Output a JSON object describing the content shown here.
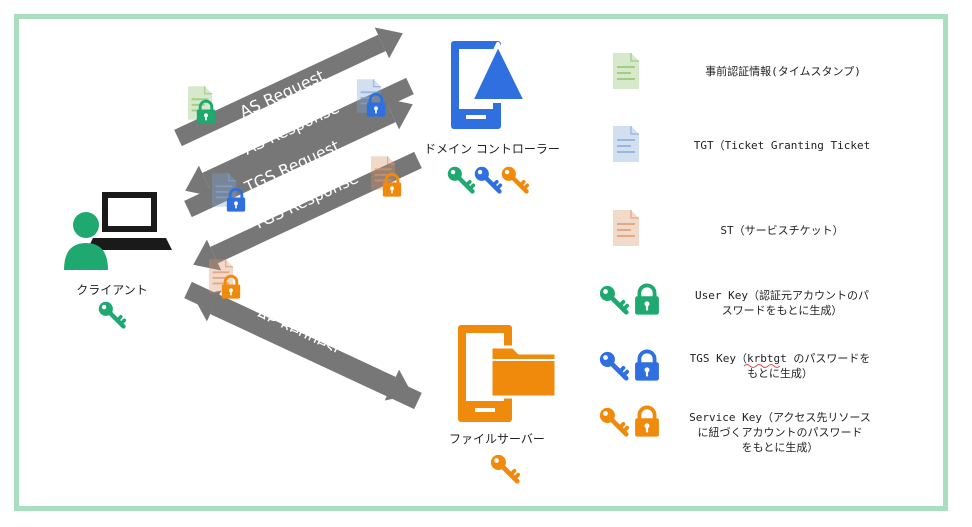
{
  "actors": {
    "client": "クライアント",
    "domain_controller": "ドメイン コントローラー",
    "file_server": "ファイルサーバー"
  },
  "arrows": {
    "as_request": "AS Request",
    "as_response": "AS Response",
    "tgs_request": "TGS Request",
    "tgs_response": "TGS Response",
    "ap_request": "AP Request",
    "ap_response": "AP Response"
  },
  "legend": {
    "preauth": "事前認証情報(タイムスタンプ)",
    "tgt": "TGT（Ticket Granting Ticket",
    "st": "ST（サービスチケット）",
    "user_key": [
      "User Key（認証元アカウントのパ",
      "スワードをもとに生成）"
    ],
    "tgs_key": [
      "TGS Key（krbtgt のパスワードを",
      "もとに生成）"
    ],
    "service_key": [
      "Service Key（アクセス先リソース",
      "に紐づくアカウントのパスワード",
      "をもとに生成）"
    ]
  },
  "colors": {
    "green": "#1fa971",
    "blue": "#2f6fe0",
    "orange": "#f08a0c",
    "arrow_gray": "#777777",
    "frame": "#a9dfbf"
  },
  "icons": [
    "computer-icon",
    "person-icon",
    "key-icon",
    "lock-icon",
    "document-icon",
    "server-icon",
    "folder-icon"
  ]
}
